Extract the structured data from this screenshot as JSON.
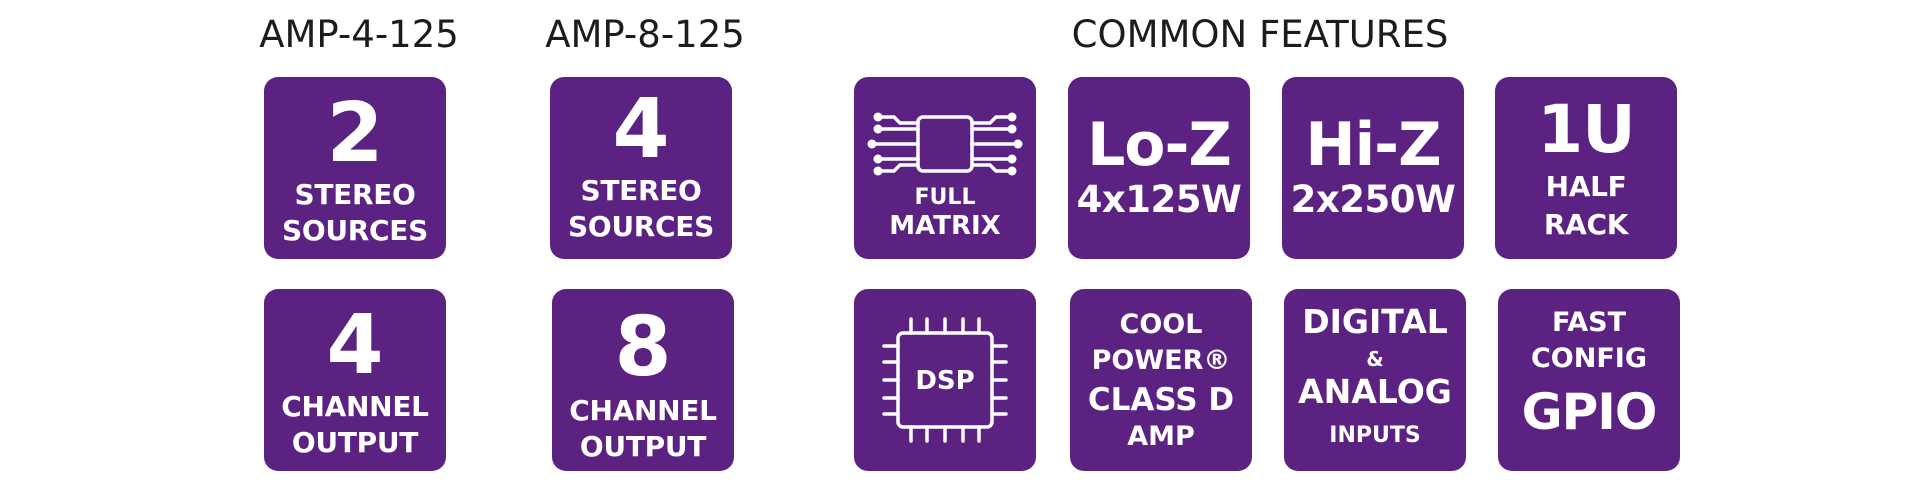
{
  "headings": {
    "amp4": "AMP-4-125",
    "amp8": "AMP-8-125",
    "common": "COMMON FEATURES"
  },
  "amp4": {
    "sources": {
      "number": "2",
      "line1": "STEREO",
      "line2": "SOURCES"
    },
    "output": {
      "number": "4",
      "line1": "CHANNEL",
      "line2": "OUTPUT"
    }
  },
  "amp8": {
    "sources": {
      "number": "4",
      "line1": "STEREO",
      "line2": "SOURCES"
    },
    "output": {
      "number": "8",
      "line1": "CHANNEL",
      "line2": "OUTPUT"
    }
  },
  "common": {
    "matrix": {
      "icon": "matrix-chip-icon",
      "line1": "FULL",
      "line2": "MATRIX"
    },
    "loz": {
      "main": "Lo-Z",
      "sub": "4x125W"
    },
    "hiz": {
      "main": "Hi-Z",
      "sub": "2x250W"
    },
    "rack": {
      "main": "1U",
      "line1": "HALF",
      "line2": "RACK"
    },
    "dsp": {
      "icon": "dsp-chip-icon",
      "label": "DSP"
    },
    "classd": {
      "line1": "COOL",
      "line2": "POWER®",
      "line3": "CLASS D",
      "line4": "AMP"
    },
    "inputs": {
      "line1": "DIGITAL",
      "line2": "&",
      "line3": "ANALOG",
      "line4": "INPUTS"
    },
    "gpio": {
      "line1": "FAST",
      "line2": "CONFIG",
      "line3": "GPIO"
    }
  },
  "colors": {
    "tile": "#5b2282",
    "text_on_tile": "#ffffff",
    "heading": "#1c1c1c",
    "background": "#ffffff"
  }
}
